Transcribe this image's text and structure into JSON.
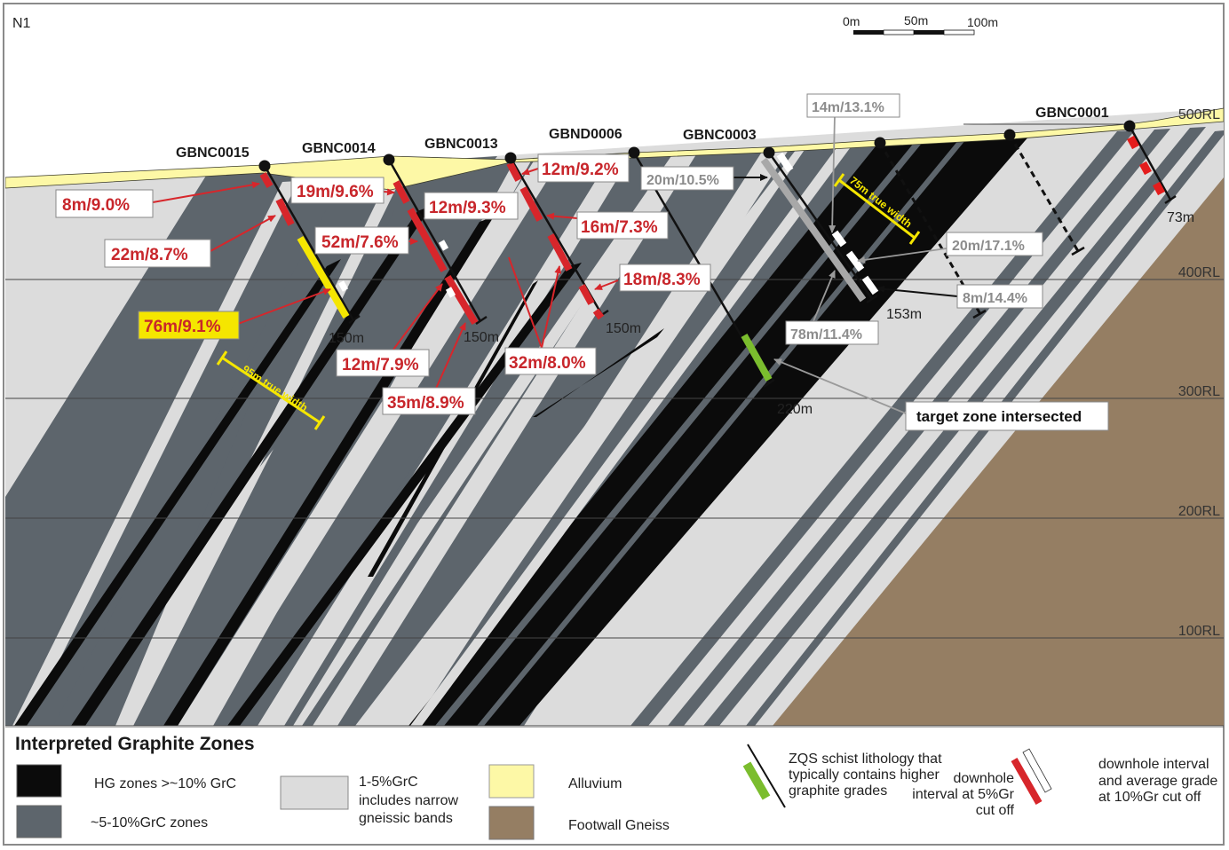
{
  "section_label": "N1",
  "scale_bar": {
    "labels": [
      "0m",
      "50m",
      "100m"
    ]
  },
  "rl_levels": [
    {
      "label": "500RL",
      "value": 500
    },
    {
      "label": "400RL",
      "value": 400
    },
    {
      "label": "300RL",
      "value": 300
    },
    {
      "label": "200RL",
      "value": 200
    },
    {
      "label": "100RL",
      "value": 100
    }
  ],
  "drillholes": [
    {
      "id": "GBNC0015",
      "end_depth": "150m"
    },
    {
      "id": "GBNC0014",
      "end_depth": "150m"
    },
    {
      "id": "GBNC0013",
      "end_depth": "150m"
    },
    {
      "id": "GBND0006",
      "end_depth": "220m"
    },
    {
      "id": "GBNC0003",
      "end_depth": "153m"
    },
    {
      "id": "",
      "end_depth": ""
    },
    {
      "id": "",
      "end_depth": ""
    },
    {
      "id": "GBNC0001",
      "end_depth": "73m"
    }
  ],
  "intercepts_5pct": [
    {
      "text": "8m/9.0%",
      "hole": "GBNC0015"
    },
    {
      "text": "22m/8.7%",
      "hole": "GBNC0015"
    },
    {
      "text": "76m/9.1%",
      "hole": "GBNC0015",
      "highlight": true
    },
    {
      "text": "19m/9.6%",
      "hole": "GBNC0014"
    },
    {
      "text": "52m/7.6%",
      "hole": "GBNC0014"
    },
    {
      "text": "12m/9.3%",
      "hole": "GBNC0014"
    },
    {
      "text": "12m/7.9%",
      "hole": "GBNC0014"
    },
    {
      "text": "35m/8.9%",
      "hole": "GBNC0014"
    },
    {
      "text": "12m/9.2%",
      "hole": "GBNC0013"
    },
    {
      "text": "16m/7.3%",
      "hole": "GBNC0013"
    },
    {
      "text": "18m/8.3%",
      "hole": "GBNC0013"
    },
    {
      "text": "32m/8.0%",
      "hole": "GBNC0013"
    }
  ],
  "intercepts_10pct": [
    {
      "text": "20m/10.5%",
      "hole": "GBNC0003"
    },
    {
      "text": "14m/13.1%",
      "hole": "GBNC0003"
    },
    {
      "text": "20m/17.1%",
      "hole": "GBNC0003"
    },
    {
      "text": "8m/14.4%",
      "hole": "GBNC0003"
    },
    {
      "text": "78m/11.4%",
      "hole": "GBNC0003"
    }
  ],
  "true_widths": [
    "95m true width",
    "75m true width"
  ],
  "callout": "target zone intersected",
  "legend": {
    "title": "Interpreted Graphite Zones",
    "items": [
      {
        "label": "HG zones >~10% GrC",
        "color": "#0b0b0b"
      },
      {
        "label": "~5-10%GrC zones",
        "color": "#5d656c"
      },
      {
        "label_lines": [
          "1-5%GrC",
          "includes narrow",
          "gneissic bands"
        ],
        "color": "#dcdcdc"
      },
      {
        "label": "Alluvium",
        "color": "#fdf8a6"
      },
      {
        "label": "Footwall Gneiss",
        "color": "#957e63"
      }
    ],
    "zqs": [
      "ZQS schist lithology that",
      "typically contains higher",
      "graphite grades"
    ],
    "interval_5": [
      "downhole",
      "interval at 5%Gr",
      "cut off"
    ],
    "interval_10": [
      "downhole interval",
      "and average grade",
      "at 10%Gr cut off"
    ]
  },
  "colors": {
    "hg": "#0b0b0b",
    "mid": "#5d656c",
    "low": "#dcdcdc",
    "alluvium": "#fdf8a6",
    "gneiss": "#957e63",
    "intercept_red": "#d7262b",
    "zqs_green": "#7bbd2e",
    "true_width": "#f5e600"
  }
}
